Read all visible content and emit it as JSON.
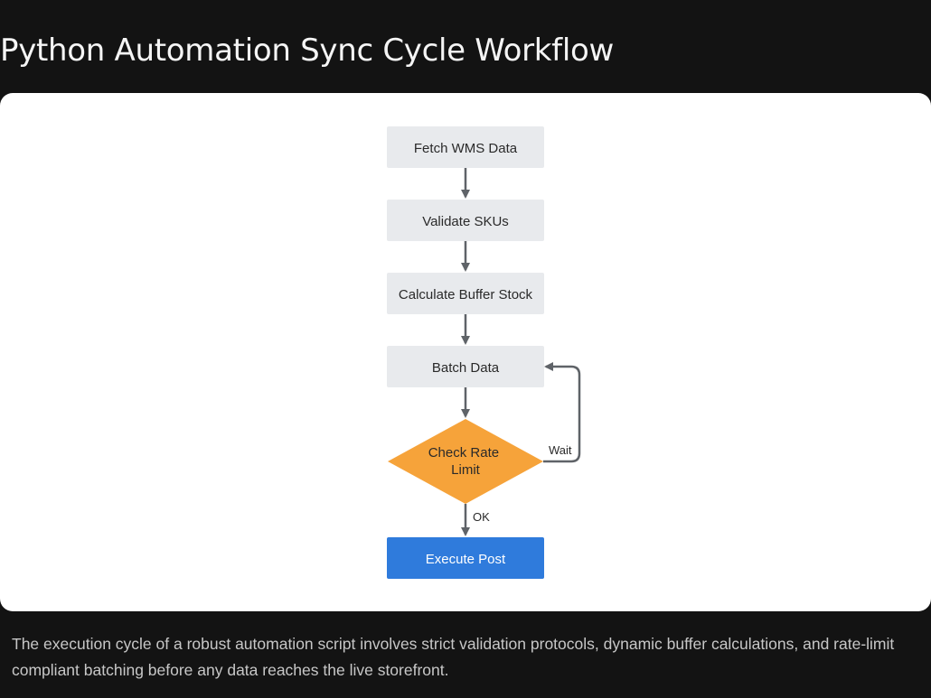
{
  "page": {
    "title": "Python Automation Sync Cycle Workflow",
    "caption": "The execution cycle of a robust automation script involves strict validation protocols, dynamic buffer calculations, and rate-limit compliant batching before any data reaches the live storefront."
  },
  "diagram": {
    "nodes": {
      "fetch": {
        "label": "Fetch WMS Data"
      },
      "validate": {
        "label": "Validate SKUs"
      },
      "calculate": {
        "label": "Calculate Buffer Stock"
      },
      "batch": {
        "label": "Batch Data"
      },
      "check": {
        "label_line1": "Check Rate",
        "label_line2": "Limit"
      },
      "execute": {
        "label": "Execute Post"
      }
    },
    "edges": {
      "wait_label": "Wait",
      "ok_label": "OK"
    },
    "colors": {
      "process_fill": "#e8eaed",
      "decision_fill": "#f6a33a",
      "terminal_fill": "#2f7bdc",
      "arrow": "#5f6368"
    }
  }
}
